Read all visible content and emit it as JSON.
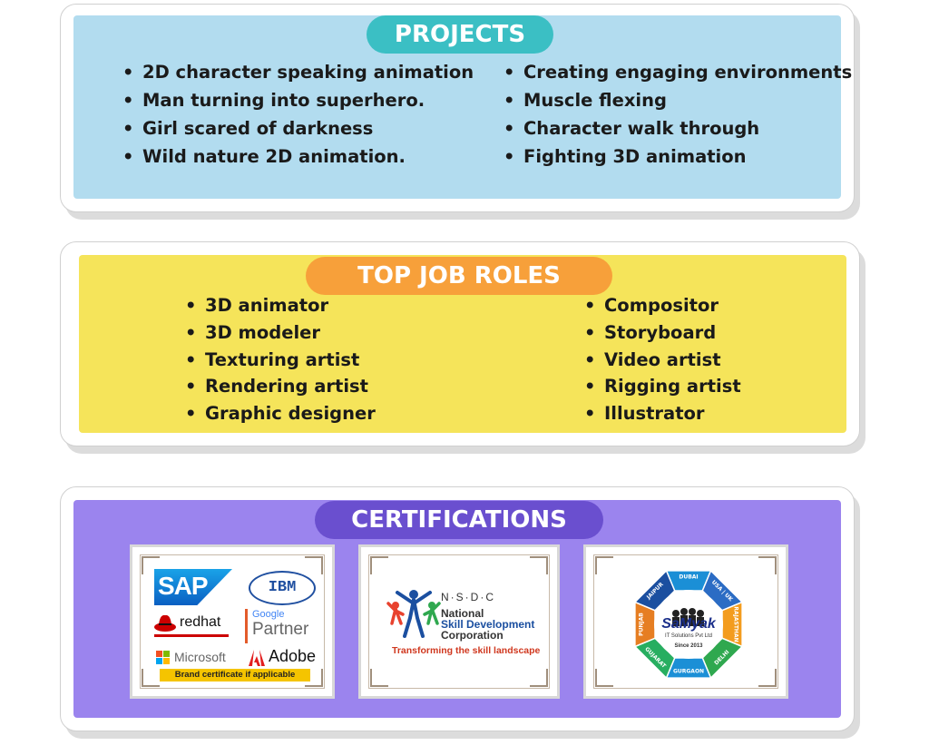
{
  "projects": {
    "title": "PROJECTS",
    "left_items": [
      "2D character speaking animation",
      "Man turning into superhero.",
      "Girl scared of darkness",
      "Wild nature 2D animation."
    ],
    "right_items": [
      "Creating engaging environments",
      "Muscle flexing",
      "Character walk through",
      "Fighting 3D animation"
    ],
    "panel_color": "#b2dcef",
    "pill_color": "#3bbfc4"
  },
  "roles": {
    "title": "TOP JOB ROLES",
    "left_items": [
      "3D animator",
      "3D modeler",
      "Texturing artist",
      "Rendering artist",
      "Graphic designer"
    ],
    "right_items": [
      "Compositor",
      "Storyboard",
      "Video artist",
      "Rigging artist",
      "Illustrator"
    ],
    "panel_color": "#f5e45a",
    "pill_color": "#f7a03a"
  },
  "certifications": {
    "title": "CERTIFICATIONS",
    "panel_color": "#9b84ee",
    "pill_color": "#6a4fcf",
    "brand_box": {
      "logos": [
        "SAP",
        "IBM",
        "redhat",
        "Google",
        "Partner",
        "Microsoft",
        "Adobe"
      ],
      "caption": "Brand certificate if applicable"
    },
    "nsdc_box": {
      "acronym": "N·S·D·C",
      "name_line1": "National",
      "name_line2": "Skill Development",
      "name_line3": "Corporation",
      "tagline": "Transforming the skill landscape"
    },
    "samyak_box": {
      "brand": "SaMyak",
      "subtitle": "IT Solutions Pvt Ltd",
      "since": "Since 2013",
      "locations": [
        "DUBAI",
        "USA | UK",
        "RAJASTHAN",
        "DELHI",
        "GURGAON",
        "GUJARAT",
        "PUNJAB",
        "JAIPUR"
      ]
    }
  }
}
